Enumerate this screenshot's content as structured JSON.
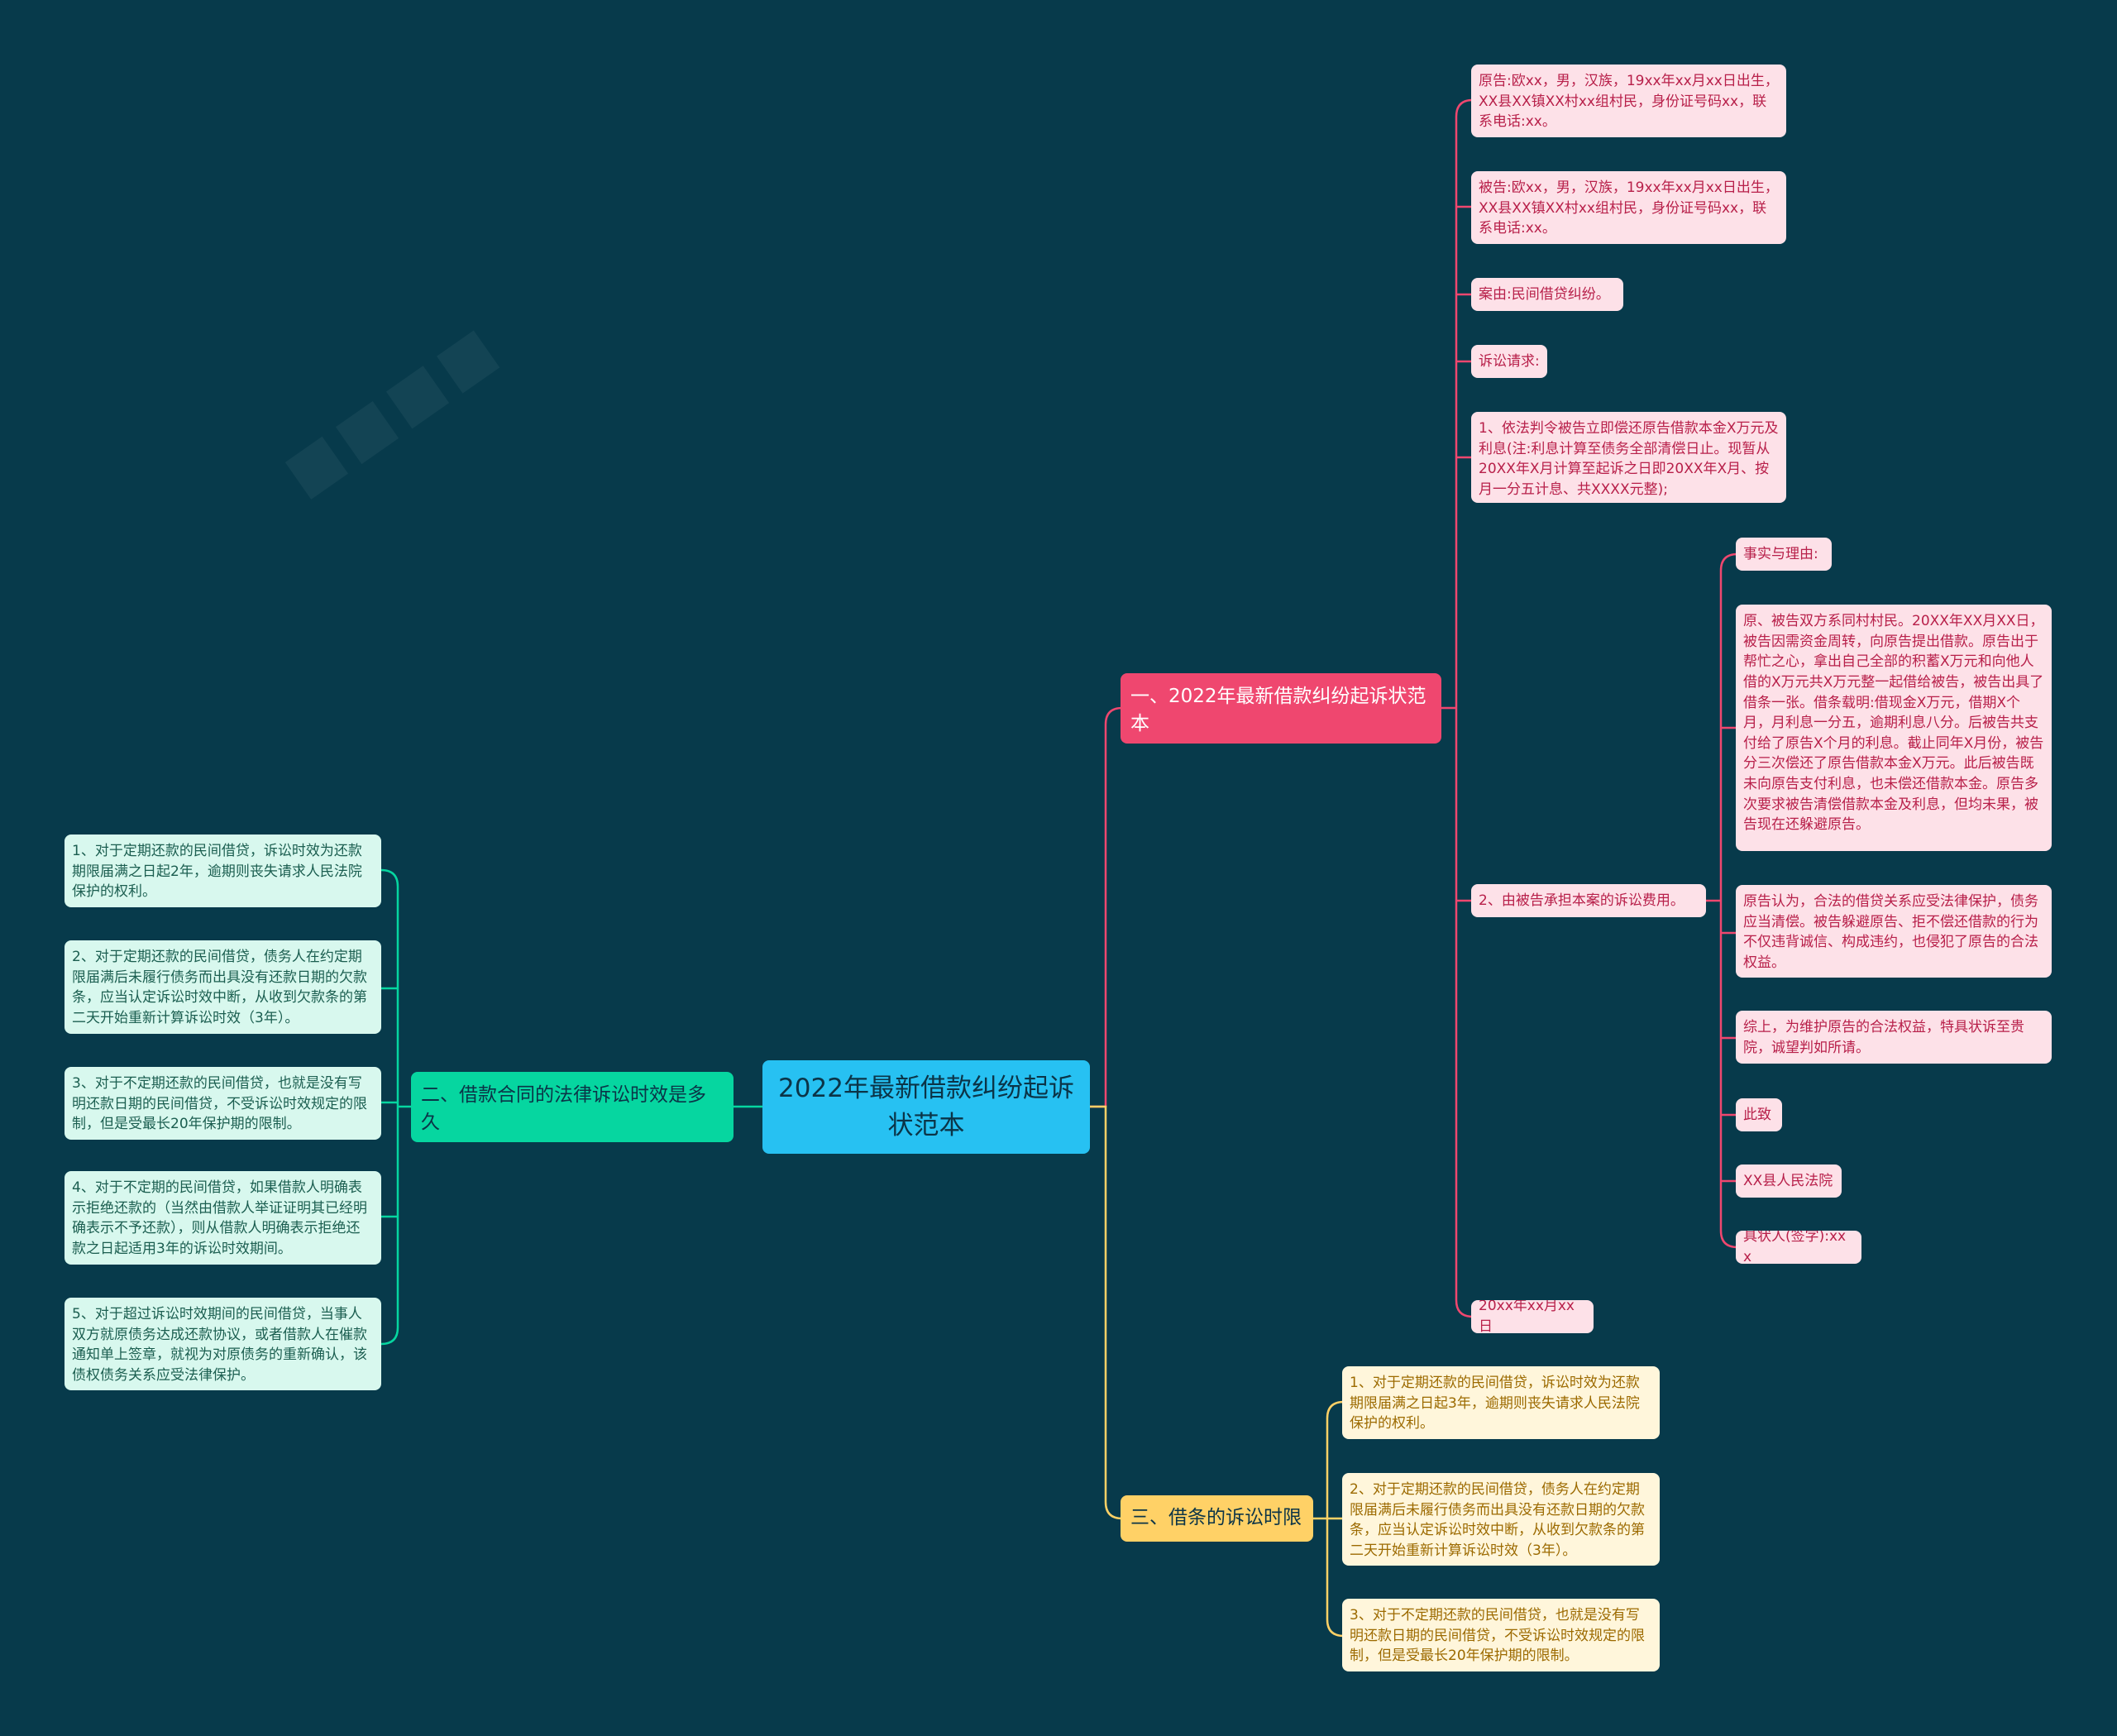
{
  "root": {
    "title": "2022年最新借款纠纷起诉状范本"
  },
  "branch1": {
    "title": "一、2022年最新借款纠纷起诉状范本",
    "items": [
      "原告:欧xx，男，汉族，19xx年xx月xx日出生，XX县XX镇XX村xx组村民，身份证号码xx，联系电话:xx。",
      "被告:欧xx，男，汉族，19xx年xx月xx日出生，XX县XX镇XX村xx组村民，身份证号码xx，联系电话:xx。",
      "案由:民间借贷纠纷。",
      "诉讼请求:",
      "1、依法判令被告立即偿还原告借款本金X万元及利息(注:利息计算至债务全部清偿日止。现暂从20XX年X月计算至起诉之日即20XX年X月、按月一分五计息、共XXXX元整);",
      "2、由被告承担本案的诉讼费用。",
      "20xx年xx月xx日"
    ],
    "sub_items": [
      "事实与理由:",
      "原、被告双方系同村村民。20XX年XX月XX日，被告因需资金周转，向原告提出借款。原告出于帮忙之心，拿出自己全部的积蓄X万元和向他人借的X万元共X万元整一起借给被告，被告出具了借条一张。借条载明:借现金X万元，借期X个月，月利息一分五，逾期利息八分。后被告共支付给了原告X个月的利息。截止同年X月份，被告分三次偿还了原告借款本金X万元。此后被告既未向原告支付利息，也未偿还借款本金。原告多次要求被告清偿借款本金及利息，但均未果，被告现在还躲避原告。",
      "原告认为，合法的借贷关系应受法律保护，债务应当清偿。被告躲避原告、拒不偿还借款的行为不仅违背诚信、构成违约，也侵犯了原告的合法权益。",
      "综上，为维护原告的合法权益，特具状诉至贵院，诚望判如所请。",
      "此致",
      "XX县人民法院",
      "具状人(签字):xxx"
    ]
  },
  "branch2": {
    "title": "二、借款合同的法律诉讼时效是多久",
    "items": [
      "1、对于定期还款的民间借贷，诉讼时效为还款期限届满之日起2年，逾期则丧失请求人民法院保护的权利。",
      "2、对于定期还款的民间借贷，债务人在约定期限届满后未履行债务而出具没有还款日期的欠款条，应当认定诉讼时效中断，从收到欠款条的第二天开始重新计算诉讼时效（3年）。",
      "3、对于不定期还款的民间借贷，也就是没有写明还款日期的民间借贷，不受诉讼时效规定的限制，但是受最长20年保护期的限制。",
      "4、对于不定期的民间借贷，如果借款人明确表示拒绝还款的（当然由借款人举证证明其已经明确表示不予还款），则从借款人明确表示拒绝还款之日起适用3年的诉讼时效期间。",
      "5、对于超过诉讼时效期间的民间借贷，当事人双方就原债务达成还款协议，或者借款人在催款通知单上签章，就视为对原债务的重新确认，该债权债务关系应受法律保护。"
    ]
  },
  "branch3": {
    "title": "三、借条的诉讼时限",
    "items": [
      "1、对于定期还款的民间借贷，诉讼时效为还款期限届满之日起3年，逾期则丧失请求人民法院保护的权利。",
      "2、对于定期还款的民间借贷，债务人在约定期限届满后未履行债务而出具没有还款日期的欠款条，应当认定诉讼时效中断，从收到欠款条的第二天开始重新计算诉讼时效（3年）。",
      "3、对于不定期还款的民间借贷，也就是没有写明还款日期的民间借贷，不受诉讼时效规定的限制，但是受最长20年保护期的限制。"
    ]
  },
  "colors": {
    "background": "#073a4b",
    "root": "#27c1f2",
    "branch1": "#ef476f",
    "branch2": "#06d6a0",
    "branch3": "#ffd166"
  }
}
